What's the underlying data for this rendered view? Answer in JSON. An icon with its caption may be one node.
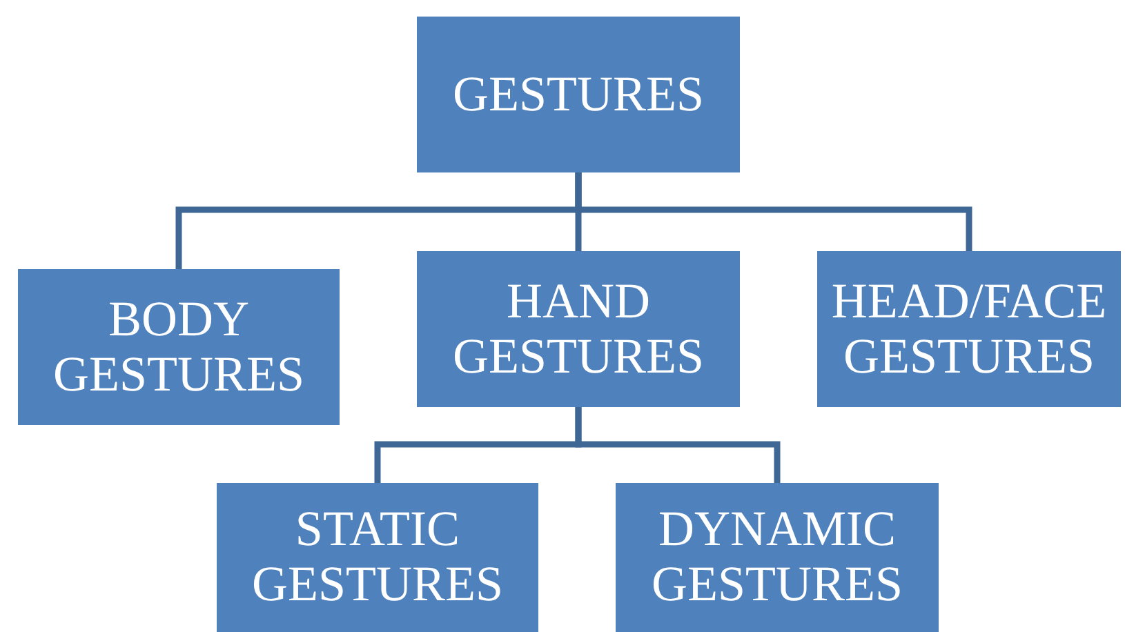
{
  "diagram": {
    "nodes": [
      {
        "text": [
          "GESTURES"
        ]
      },
      {
        "text": [
          "BODY GESTURES"
        ]
      },
      {
        "text": [
          "HAND GESTURES"
        ]
      },
      {
        "text": [
          "HEAD/FACE GESTURES"
        ]
      },
      {
        "text": [
          "STATIC GESTURES"
        ]
      },
      {
        "text": [
          "DYNAMIC GESTURES"
        ]
      }
    ],
    "edges": [
      {
        "from": 0,
        "to": 1,
        "arrow": "none"
      },
      {
        "from": 0,
        "to": 2,
        "arrow": "none"
      },
      {
        "from": 0,
        "to": 3,
        "arrow": "none"
      },
      {
        "from": 2,
        "to": 4,
        "arrow": "none"
      },
      {
        "from": 2,
        "to": 5,
        "arrow": "none"
      }
    ]
  }
}
